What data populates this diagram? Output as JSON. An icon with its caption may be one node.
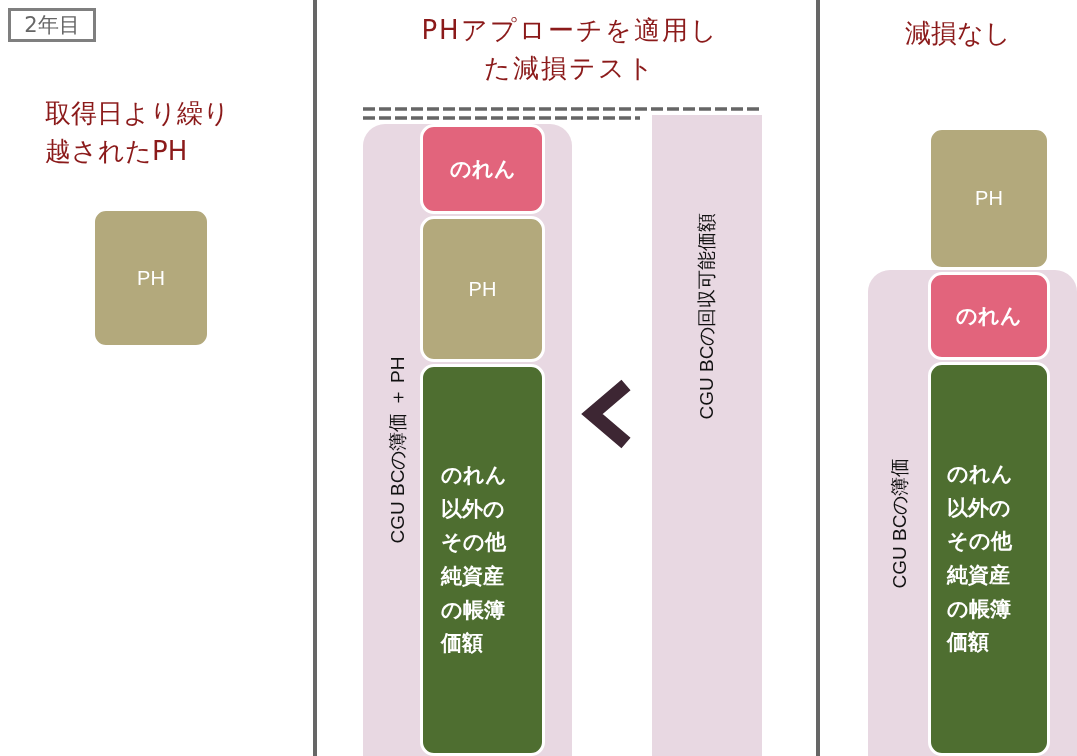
{
  "diagram": {
    "nodes": [
      {
        "text": [
          "2年目"
        ]
      },
      {
        "text": [
          "PH"
        ]
      },
      {
        "text": [
          "CGU BCの簿価 ＋ PH"
        ]
      },
      {
        "text": [
          "のれん"
        ],
        "in": 2
      },
      {
        "text": [
          "PH"
        ],
        "in": 2
      },
      {
        "text": [
          "のれん以外のその他純資産の帳簿価額"
        ],
        "in": 2
      },
      {
        "text": [
          "CGU BCの回収可能価額"
        ]
      },
      {
        "text": [
          "PH"
        ]
      },
      {
        "text": [
          "CGU BCの簿価"
        ]
      },
      {
        "text": [
          "のれん"
        ],
        "in": 8
      },
      {
        "text": [
          "のれん以外のその他純資産の帳簿価額"
        ],
        "in": 8
      }
    ],
    "labels": [
      "取得日より繰り越されたPH",
      "PHアプローチを適用した減損テスト",
      "減損なし"
    ]
  }
}
